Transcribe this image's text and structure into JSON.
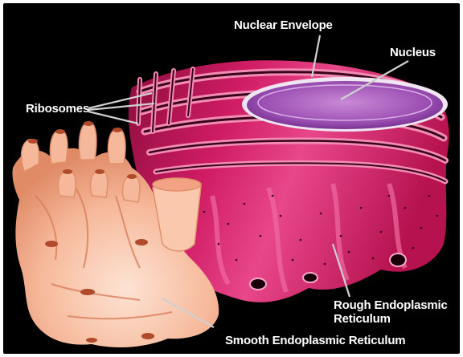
{
  "labels": {
    "nuclear_envelope": "Nuclear Envelope",
    "nucleus": "Nucleus",
    "ribosomes": "Ribosomes",
    "rough_er_line1": "Rough Endoplasmic",
    "rough_er_line2": "Reticulum",
    "smooth_er": "Smooth Endoplasmic Reticulum"
  },
  "colors": {
    "background": "#000000",
    "rough_er": "#c8145a",
    "rough_er_highlight": "#f06aa0",
    "nucleus": "#b066c0",
    "smooth_er": "#f6b89a",
    "label_text": "#ffffff",
    "leader_line": "#cfcfcf"
  }
}
